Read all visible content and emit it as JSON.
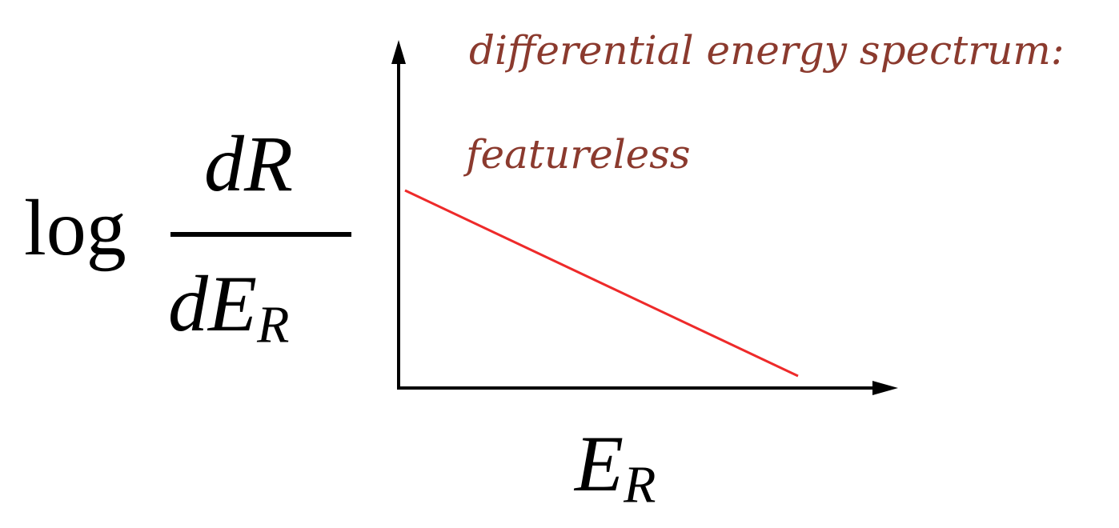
{
  "annotation": {
    "line1": "differential energy spectrum:",
    "line2": "featureless"
  },
  "y_axis_label": {
    "log": "log",
    "numerator": "dR",
    "denominator_base": "dE",
    "denominator_subscript": "R"
  },
  "x_axis_label": {
    "base": "E",
    "subscript": "R"
  },
  "colors": {
    "annotation": "#8b3a2e",
    "curve": "#ee2a2a",
    "axes": "#000000"
  }
}
